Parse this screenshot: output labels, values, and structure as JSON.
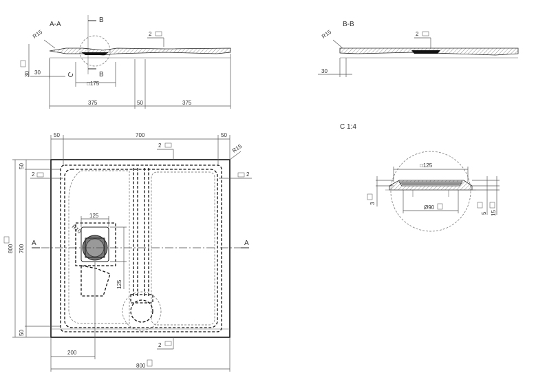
{
  "sections": {
    "aa_title": "A-A",
    "bb_title": "B-B",
    "c_title": "C 1:4",
    "section_letter_a": "A",
    "section_letter_b": "B",
    "section_letter_c": "C"
  },
  "dims": {
    "r15": "R15",
    "slope": "2",
    "d30": "30",
    "d175": "□175",
    "d375": "375",
    "d50": "50",
    "d700": "700",
    "d800": "800",
    "d200": "200",
    "d125": "125",
    "r10": "R10",
    "d_sq125": "□125",
    "d_dia90": "Ø90",
    "d3": "3",
    "d5": "5",
    "d15": "15"
  }
}
